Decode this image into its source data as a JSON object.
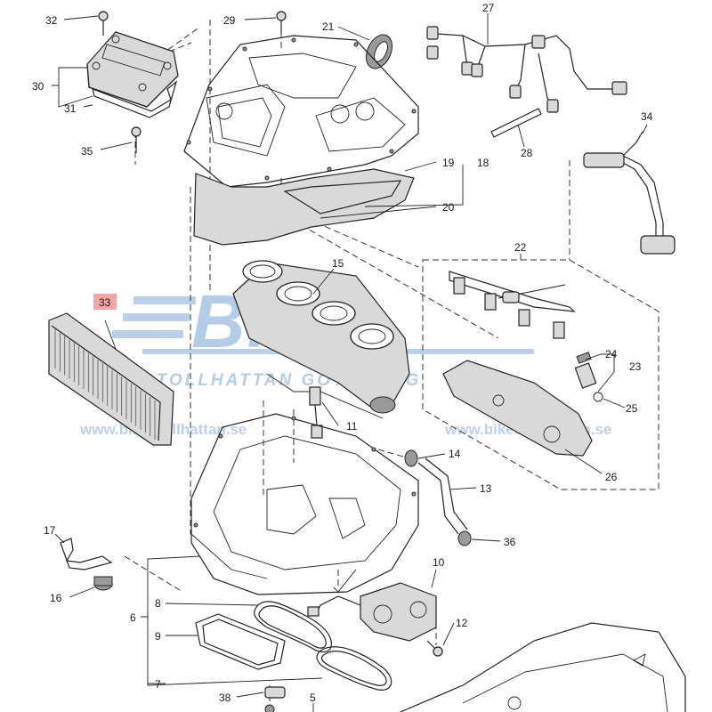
{
  "diagram": {
    "highlight_color": "#f4a6a6",
    "watermark_color": "#3f7cc0",
    "callouts": [
      {
        "id": "c32",
        "text": "32"
      },
      {
        "id": "c29",
        "text": "29"
      },
      {
        "id": "c21",
        "text": "21"
      },
      {
        "id": "c27",
        "text": "27"
      },
      {
        "id": "c30",
        "text": "30"
      },
      {
        "id": "c31",
        "text": "31"
      },
      {
        "id": "c35",
        "text": "35"
      },
      {
        "id": "c34",
        "text": "34"
      },
      {
        "id": "c28",
        "text": "28"
      },
      {
        "id": "c19",
        "text": "19"
      },
      {
        "id": "c18",
        "text": "18"
      },
      {
        "id": "c20",
        "text": "20"
      },
      {
        "id": "c22",
        "text": "22"
      },
      {
        "id": "c15",
        "text": "15"
      },
      {
        "id": "c33",
        "text": "33"
      },
      {
        "id": "c24",
        "text": "24"
      },
      {
        "id": "c23",
        "text": "23"
      },
      {
        "id": "c25",
        "text": "25"
      },
      {
        "id": "c11",
        "text": "11"
      },
      {
        "id": "c14",
        "text": "14"
      },
      {
        "id": "c26",
        "text": "26"
      },
      {
        "id": "c13",
        "text": "13"
      },
      {
        "id": "c17",
        "text": "17"
      },
      {
        "id": "c36",
        "text": "36"
      },
      {
        "id": "c10",
        "text": "10"
      },
      {
        "id": "c16",
        "text": "16"
      },
      {
        "id": "c8",
        "text": "8"
      },
      {
        "id": "c6",
        "text": "6"
      },
      {
        "id": "c12",
        "text": "12"
      },
      {
        "id": "c9",
        "text": "9"
      },
      {
        "id": "c7",
        "text": "7"
      },
      {
        "id": "c38",
        "text": "38"
      },
      {
        "id": "c5",
        "text": "5"
      }
    ],
    "watermark": {
      "brand": "Biko",
      "tagline": "STOLLHATTAN GÖTEBORG",
      "url_left": "www.bikestollhattan.se",
      "url_right": "www.bikestollhattan.se"
    }
  }
}
